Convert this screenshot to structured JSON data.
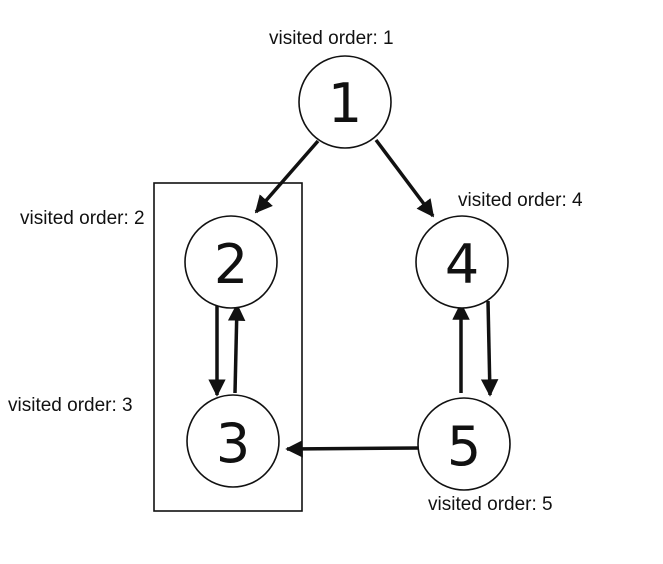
{
  "diagram": {
    "nodes": [
      {
        "id": "1",
        "label": "1",
        "visited_text": "visited order: 1"
      },
      {
        "id": "2",
        "label": "2",
        "visited_text": "visited order: 2"
      },
      {
        "id": "3",
        "label": "3",
        "visited_text": "visited order: 3"
      },
      {
        "id": "4",
        "label": "4",
        "visited_text": "visited order: 4"
      },
      {
        "id": "5",
        "label": "5",
        "visited_text": "visited order: 5"
      }
    ],
    "edges": [
      {
        "from": "1",
        "to": "2"
      },
      {
        "from": "1",
        "to": "4"
      },
      {
        "from": "2",
        "to": "3"
      },
      {
        "from": "3",
        "to": "2"
      },
      {
        "from": "4",
        "to": "5"
      },
      {
        "from": "5",
        "to": "4"
      },
      {
        "from": "5",
        "to": "3"
      }
    ],
    "colors": {
      "stroke": "#111111",
      "fill": "#ffffff"
    }
  }
}
